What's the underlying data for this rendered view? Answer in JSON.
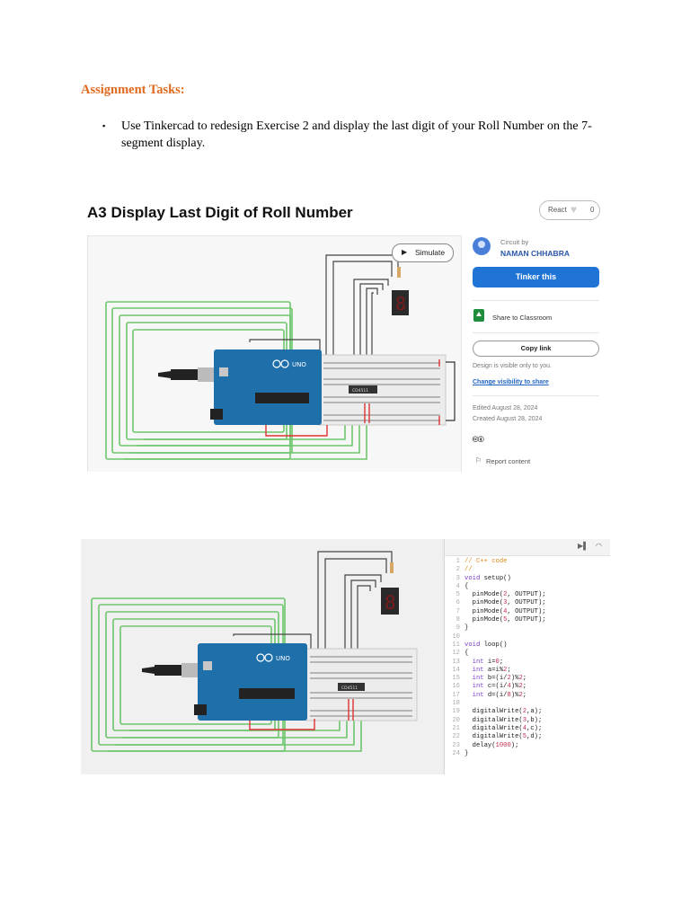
{
  "heading": "Assignment Tasks:",
  "task": {
    "bullet": "▪",
    "text": "Use Tinkercad to redesign Exercise 2 and display the last digit of your Roll Number on the 7-segment display."
  },
  "tinkercad": {
    "title": "A3 Display Last Digit of Roll Number",
    "react_label": "React",
    "react_count": "0",
    "simulate_label": "Simulate",
    "circuit_by": "Circuit by",
    "author": "NAMAN CHHABRA",
    "tinker_button": "Tinker this",
    "share_classroom": "Share to Classroom",
    "copy_link": "Copy link",
    "visibility_note": "Design is visible only to you.",
    "change_visibility": "Change visibility to share",
    "edited": "Edited August 28, 2024",
    "created": "Created August 28, 2024",
    "cc_icons": "🅭🅯",
    "report": "Report content",
    "board_label": "UNO",
    "display_digit": "8",
    "ic_label": "CD4511"
  },
  "code_editor": {
    "lines": [
      {
        "n": "1",
        "segs": [
          {
            "t": "// C++ code",
            "c": "comment"
          }
        ]
      },
      {
        "n": "2",
        "segs": [
          {
            "t": "//",
            "c": "comment"
          }
        ]
      },
      {
        "n": "3",
        "segs": [
          {
            "t": "void",
            "c": "kw"
          },
          {
            "t": " setup()",
            "c": ""
          }
        ]
      },
      {
        "n": "4",
        "segs": [
          {
            "t": "{",
            "c": ""
          }
        ]
      },
      {
        "n": "5",
        "segs": [
          {
            "t": "  pinMode(",
            "c": ""
          },
          {
            "t": "2",
            "c": "num"
          },
          {
            "t": ", OUTPUT);",
            "c": ""
          }
        ]
      },
      {
        "n": "6",
        "segs": [
          {
            "t": "  pinMode(",
            "c": ""
          },
          {
            "t": "3",
            "c": "num"
          },
          {
            "t": ", OUTPUT);",
            "c": ""
          }
        ]
      },
      {
        "n": "7",
        "segs": [
          {
            "t": "  pinMode(",
            "c": ""
          },
          {
            "t": "4",
            "c": "num"
          },
          {
            "t": ", OUTPUT);",
            "c": ""
          }
        ]
      },
      {
        "n": "8",
        "segs": [
          {
            "t": "  pinMode(",
            "c": ""
          },
          {
            "t": "5",
            "c": "num"
          },
          {
            "t": ", OUTPUT);",
            "c": ""
          }
        ]
      },
      {
        "n": "9",
        "segs": [
          {
            "t": "}",
            "c": ""
          }
        ]
      },
      {
        "n": "10",
        "segs": [
          {
            "t": "",
            "c": ""
          }
        ]
      },
      {
        "n": "11",
        "segs": [
          {
            "t": "void",
            "c": "kw"
          },
          {
            "t": " loop()",
            "c": ""
          }
        ]
      },
      {
        "n": "12",
        "segs": [
          {
            "t": "{",
            "c": ""
          }
        ]
      },
      {
        "n": "13",
        "segs": [
          {
            "t": "  ",
            "c": ""
          },
          {
            "t": "int",
            "c": "kw"
          },
          {
            "t": " i=",
            "c": ""
          },
          {
            "t": "0",
            "c": "num"
          },
          {
            "t": ";",
            "c": ""
          }
        ]
      },
      {
        "n": "14",
        "segs": [
          {
            "t": "  ",
            "c": ""
          },
          {
            "t": "int",
            "c": "kw"
          },
          {
            "t": " a=i%",
            "c": ""
          },
          {
            "t": "2",
            "c": "num"
          },
          {
            "t": ";",
            "c": ""
          }
        ]
      },
      {
        "n": "15",
        "segs": [
          {
            "t": "  ",
            "c": ""
          },
          {
            "t": "int",
            "c": "kw"
          },
          {
            "t": " b=(i/",
            "c": ""
          },
          {
            "t": "2",
            "c": "num"
          },
          {
            "t": ")%",
            "c": ""
          },
          {
            "t": "2",
            "c": "num"
          },
          {
            "t": ";",
            "c": ""
          }
        ]
      },
      {
        "n": "16",
        "segs": [
          {
            "t": "  ",
            "c": ""
          },
          {
            "t": "int",
            "c": "kw"
          },
          {
            "t": " c=(i/",
            "c": ""
          },
          {
            "t": "4",
            "c": "num"
          },
          {
            "t": ")%",
            "c": ""
          },
          {
            "t": "2",
            "c": "num"
          },
          {
            "t": ";",
            "c": ""
          }
        ]
      },
      {
        "n": "17",
        "segs": [
          {
            "t": "  ",
            "c": ""
          },
          {
            "t": "int",
            "c": "kw"
          },
          {
            "t": " d=(i/",
            "c": ""
          },
          {
            "t": "8",
            "c": "num"
          },
          {
            "t": ")%",
            "c": ""
          },
          {
            "t": "2",
            "c": "num"
          },
          {
            "t": ";",
            "c": ""
          }
        ]
      },
      {
        "n": "18",
        "segs": [
          {
            "t": "",
            "c": ""
          }
        ]
      },
      {
        "n": "19",
        "segs": [
          {
            "t": "  digitalWrite(",
            "c": ""
          },
          {
            "t": "2",
            "c": "num"
          },
          {
            "t": ",a);",
            "c": ""
          }
        ]
      },
      {
        "n": "20",
        "segs": [
          {
            "t": "  digitalWrite(",
            "c": ""
          },
          {
            "t": "3",
            "c": "num"
          },
          {
            "t": ",b);",
            "c": ""
          }
        ]
      },
      {
        "n": "21",
        "segs": [
          {
            "t": "  digitalWrite(",
            "c": ""
          },
          {
            "t": "4",
            "c": "num"
          },
          {
            "t": ",c);",
            "c": ""
          }
        ]
      },
      {
        "n": "22",
        "segs": [
          {
            "t": "  digitalWrite(",
            "c": ""
          },
          {
            "t": "5",
            "c": "num"
          },
          {
            "t": ",d);",
            "c": ""
          }
        ]
      },
      {
        "n": "23",
        "segs": [
          {
            "t": "  delay(",
            "c": ""
          },
          {
            "t": "1000",
            "c": "num"
          },
          {
            "t": ");",
            "c": ""
          }
        ]
      },
      {
        "n": "24",
        "segs": [
          {
            "t": "}",
            "c": ""
          }
        ]
      }
    ]
  }
}
